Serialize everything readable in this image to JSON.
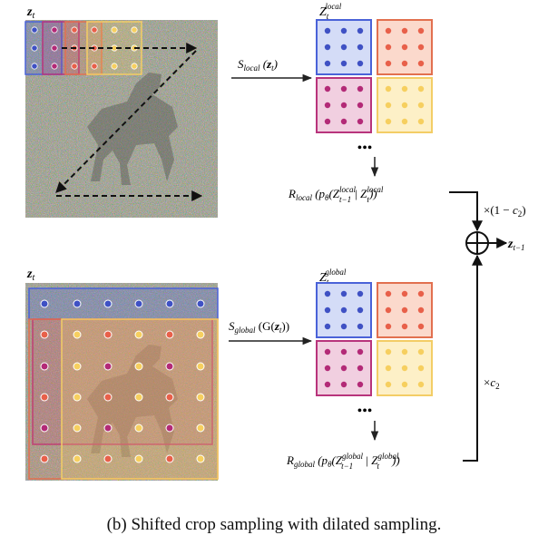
{
  "figure": {
    "caption": "(b) Shifted crop sampling with dilated sampling.",
    "local_branch": {
      "input_label": "z_t",
      "sampler_label": "S_local (z_t)",
      "tile_set_label": "Z_t^local",
      "ellipsis": "•••",
      "reverse_label": "R_local (pθ(Z_{t−1}^local | Z_t^local))",
      "weight_label": "×(1 − c₂)"
    },
    "global_branch": {
      "input_label": "z_t",
      "sampler_label": "S_global (G(z_t))",
      "tile_set_label": "Z_t^global",
      "ellipsis": "•••",
      "reverse_label": "R_global (pθ(Z_{t−1}^global | Z_t^global))",
      "weight_label": "×c₂"
    },
    "merge": {
      "operator": "⊕",
      "output_label": "z_{t−1}"
    },
    "tile_colors": {
      "blue": {
        "fill": "#d4dcf7",
        "stroke": "#4a62d8",
        "dot": "#3f51c4"
      },
      "orange": {
        "fill": "#fbd9cc",
        "stroke": "#e2704f",
        "dot": "#e8604a"
      },
      "magenta": {
        "fill": "#f1cfe0",
        "stroke": "#b8347c",
        "dot": "#b32a77"
      },
      "yellow": {
        "fill": "#fdf0c7",
        "stroke": "#f3cd66",
        "dot": "#f6cf5f"
      }
    }
  }
}
